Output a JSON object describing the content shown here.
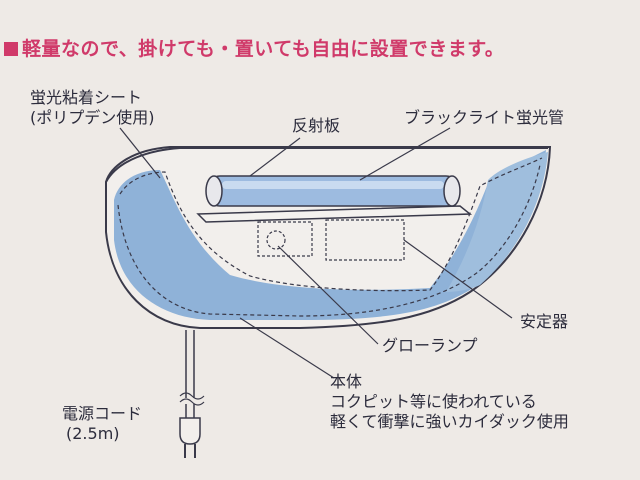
{
  "headline": "軽量なので、掛けても・置いても自由に設置できます。",
  "labels": {
    "sheet_line1": "蛍光粘着シート",
    "sheet_line2": "(ポリプデン使用)",
    "reflector": "反射板",
    "tube": "ブラックライト蛍光管",
    "ballast": "安定器",
    "glow_lamp": "グローランプ",
    "body_line1": "本体",
    "body_line2": "コクピット等に使われている",
    "body_line3": "軽くて衝撃に強いカイダック使用",
    "cord_line1": "電源コード",
    "cord_line2": "(2.5m)"
  },
  "colors": {
    "headline": "#d03a6a",
    "sheet_fill": "#8fb2d8",
    "outline": "#3a3a4a",
    "background": "#eeeae6"
  }
}
